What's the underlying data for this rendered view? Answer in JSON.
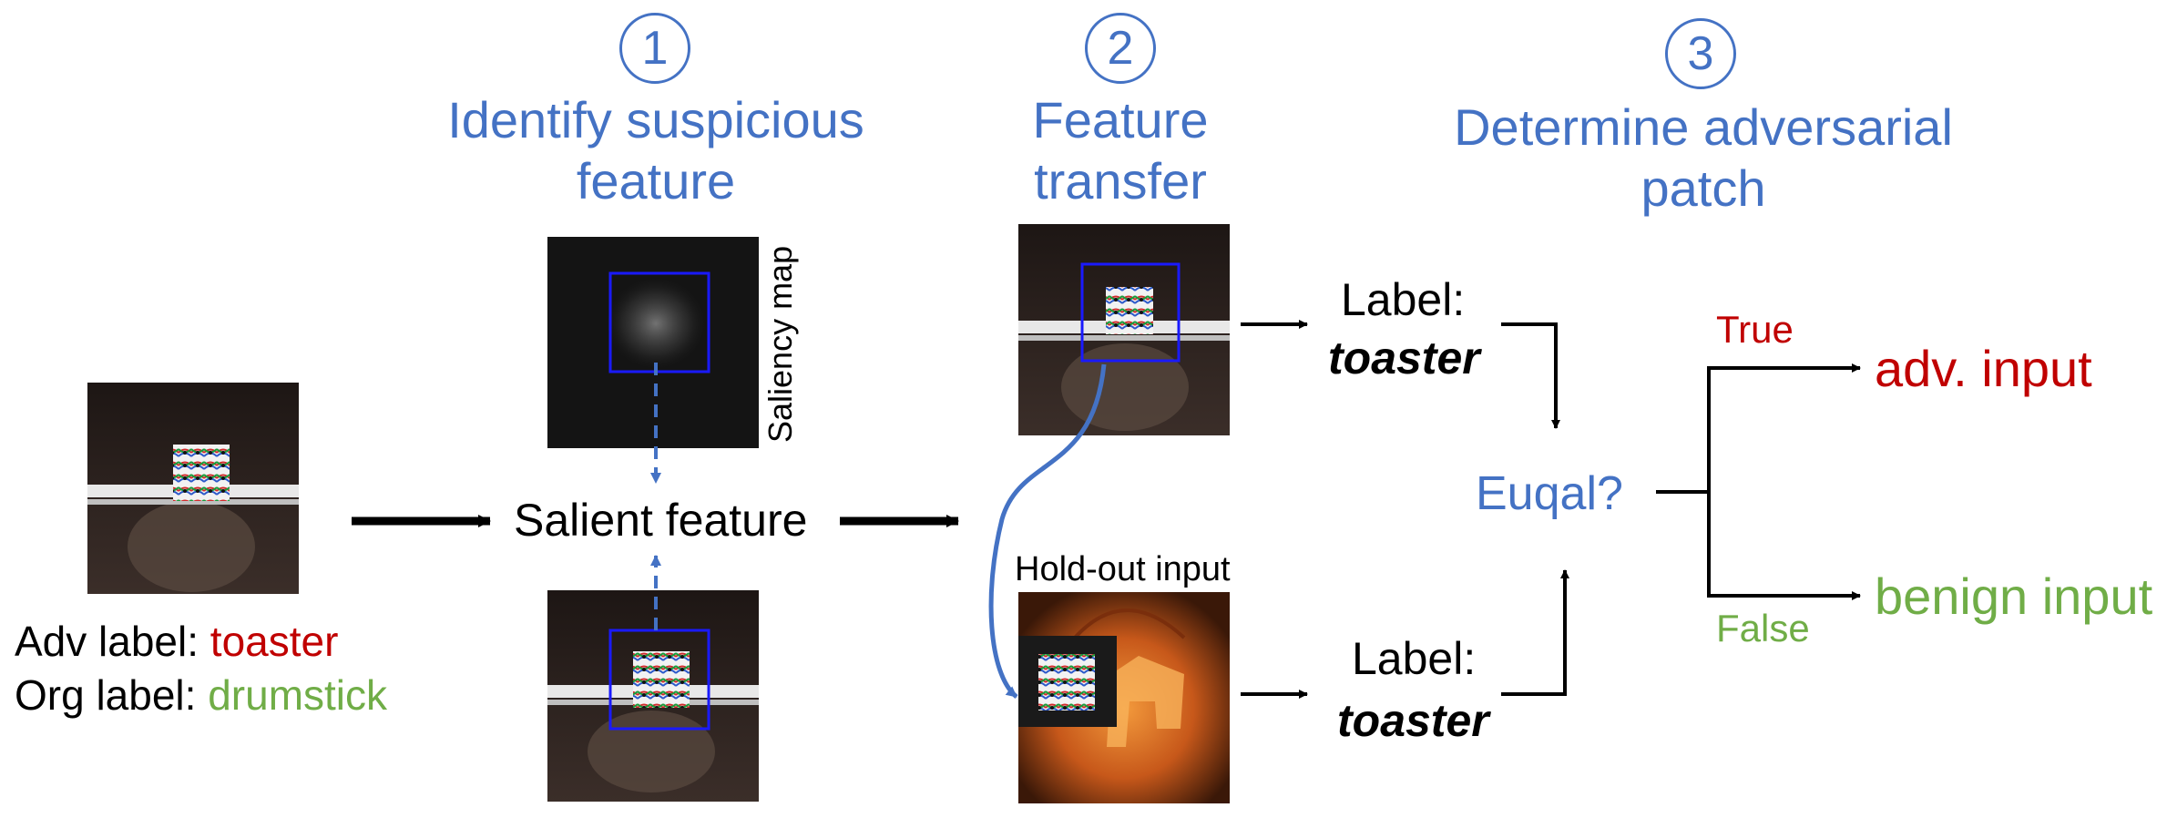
{
  "steps": [
    {
      "number": "1",
      "title_lines": [
        "Identify suspicious",
        "feature"
      ]
    },
    {
      "number": "2",
      "title_lines": [
        "Feature",
        "transfer"
      ]
    },
    {
      "number": "3",
      "title_lines": [
        "Determine adversarial",
        "patch"
      ]
    }
  ],
  "input": {
    "adv_label_key": "Adv label: ",
    "adv_label_value": "toaster",
    "org_label_key": "Org label: ",
    "org_label_value": "drumstick"
  },
  "saliency_map_label": "Saliency map",
  "salient_feature_label": "Salient feature",
  "holdout_label": "Hold-out input",
  "outputs": {
    "top_label_key": "Label:",
    "top_label_value": "toaster",
    "bottom_label_key": "Label:",
    "bottom_label_value": "toaster"
  },
  "decision": {
    "question": "Euqal?",
    "true_label": "True",
    "false_label": "False",
    "true_result": "adv. input",
    "false_result": "benign input"
  },
  "colors": {
    "accent_blue": "#4472c4",
    "adversarial_red": "#c00000",
    "benign_green": "#70ad47",
    "box_blue": "#1a1aff"
  }
}
